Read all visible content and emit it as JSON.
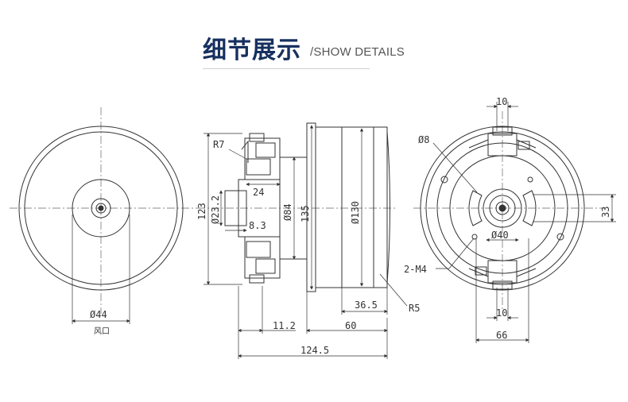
{
  "header": {
    "title_cn": "细节展示",
    "title_en": "/SHOW DETAILS"
  },
  "colors": {
    "title": "#16305f",
    "line": "#333333",
    "centerline": "#555555"
  },
  "front_view": {
    "dim_diameter": "Ø44",
    "label_fengkou": "风口"
  },
  "side_view": {
    "dim_r7": "R7",
    "dim_24": "24",
    "dim_23_2": "Ø23.2",
    "dim_8_3": "8.3",
    "dim_84": "Ø84",
    "dim_135": "135",
    "dim_130": "Ø130",
    "dim_123": "123",
    "dim_36_5": "36.5",
    "dim_r5": "R5",
    "dim_11_2": "11.2",
    "dim_60": "60",
    "dim_124_5": "124.5"
  },
  "rear_view": {
    "dim_top_10": "10",
    "dim_d8": "Ø8",
    "dim_33": "33",
    "dim_d40": "Ø40",
    "dim_2m4": "2-M4",
    "dim_bottom_10": "10",
    "dim_66": "66"
  }
}
